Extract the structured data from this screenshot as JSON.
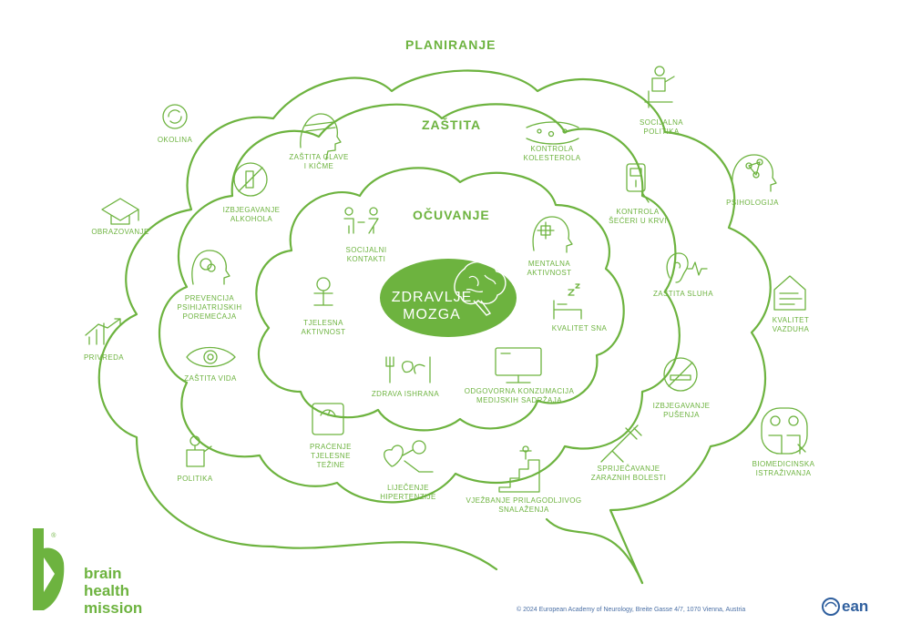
{
  "colors": {
    "accent": "#6db33f",
    "core_fill": "#6db33f",
    "ean_blue": "#2f5f9e"
  },
  "rings": {
    "outer": "PLANIRANJE",
    "middle": "ZAŠTITA",
    "inner": "OČUVANJE",
    "core": "ZDRAVLJE\nMOZGA"
  },
  "items": {
    "okolina": {
      "label": "OKOLINA",
      "icon": "recycle-icon"
    },
    "obrazovanje": {
      "label": "OBRAZOVANJE",
      "icon": "graduation-cap-icon"
    },
    "privreda": {
      "label": "PRIVREDA",
      "icon": "growth-chart-icon"
    },
    "politika": {
      "label": "POLITIKA",
      "icon": "speaker-podium-icon"
    },
    "zastita_glave": {
      "label": "ZAŠTITA GLAVE\nI KIČME",
      "icon": "head-bandage-icon"
    },
    "izbjegavanje_alkohola": {
      "label": "IZBJEGAVANJE\nALKOHOLA",
      "icon": "no-alcohol-icon"
    },
    "prevencija_psih": {
      "label": "PREVENCIJA\nPSIHIJATRIJSKIH\nPOREMEĆAJA",
      "icon": "tangled-head-icon"
    },
    "zastita_vida": {
      "label": "ZAŠTITA VIDA",
      "icon": "eye-icon"
    },
    "kontrola_kolesterola": {
      "label": "KONTROLA\nKOLESTEROLA",
      "icon": "artery-icon"
    },
    "kontrola_secera": {
      "label": "KONTROLA\nŠEĆERI U KRVI",
      "icon": "glucometer-icon"
    },
    "zastita_sluha": {
      "label": "ZAŠTITA SLUHA",
      "icon": "ear-icon"
    },
    "izbjegavanje_pusenja": {
      "label": "IZBJEGAVANJE\nPUŠENJA",
      "icon": "no-smoking-icon"
    },
    "sprjecavanje": {
      "label": "SPRIJEČAVANJE\nZARAZNIH BOLESTI",
      "icon": "syringe-icon"
    },
    "vjezbanje": {
      "label": "VJEŽBANJE PRILAGODLJIVOG\nSNALAŽENJA",
      "icon": "stairs-person-icon"
    },
    "lijecenje": {
      "label": "LIJEČENJE\nHIPERTENZIJE",
      "icon": "blood-pressure-icon"
    },
    "pracenje": {
      "label": "PRAĆENJE\nTJELESNE\nTEŽINE",
      "icon": "scale-icon"
    },
    "socijalni_kontakti": {
      "label": "SOCIJALNI\nKONTAKTI",
      "icon": "two-people-icon"
    },
    "tjelesna_aktivnost": {
      "label": "TJELESNA\nAKTIVNOST",
      "icon": "exercise-icon"
    },
    "mentalna_aktivnost": {
      "label": "MENTALNA\nAKTIVNOST",
      "icon": "head-puzzle-icon"
    },
    "kvalitet_sna": {
      "label": "KVALITET SNA",
      "icon": "bed-icon"
    },
    "zdrava_ishrana": {
      "label": "ZDRAVA ISHRANA",
      "icon": "fork-leaf-knife-icon"
    },
    "odgovorna": {
      "label": "ODGOVORNA KONZUMACIJA\nMEDIJSKIH SADRŽAJA",
      "icon": "monitor-icon"
    },
    "socijalna_politika": {
      "label": "SOCIJALNA\nPOLITIKA",
      "icon": "wheelchair-speaker-icon"
    },
    "psihologija": {
      "label": "PSIHOLOGIJA",
      "icon": "brain-network-head-icon"
    },
    "kvalitet_vazduha": {
      "label": "KVALITET\nVAZDUHA",
      "icon": "house-air-icon"
    },
    "biomedicinska": {
      "label": "BIOMEDICINSKA\nISTRAŽIVANJA",
      "icon": "researchers-icon"
    }
  },
  "footer": {
    "logo": "brain\nhealth\nmission",
    "registered": "®",
    "copyright": "© 2024 European Academy of Neurology, Breite Gasse 4/7, 1070 Vienna, Austria",
    "ean": "ean"
  }
}
